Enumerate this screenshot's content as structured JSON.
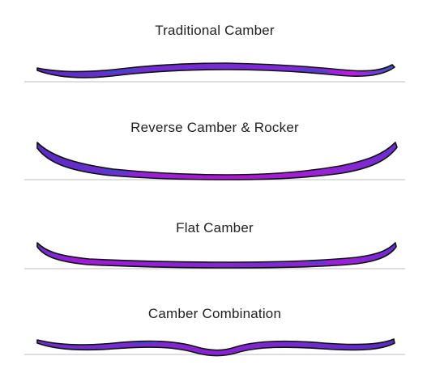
{
  "profiles": [
    {
      "title": "Traditional Camber"
    },
    {
      "title": "Reverse Camber & Rocker"
    },
    {
      "title": "Flat Camber"
    },
    {
      "title": "Camber Combination"
    }
  ],
  "colors": {
    "board_purple": "#6a2fd0",
    "board_magenta": "#b218d6",
    "board_blue": "#2f4fc8",
    "outline": "#111111",
    "ground_line": "#bdbdbd",
    "title_text": "#222222"
  }
}
